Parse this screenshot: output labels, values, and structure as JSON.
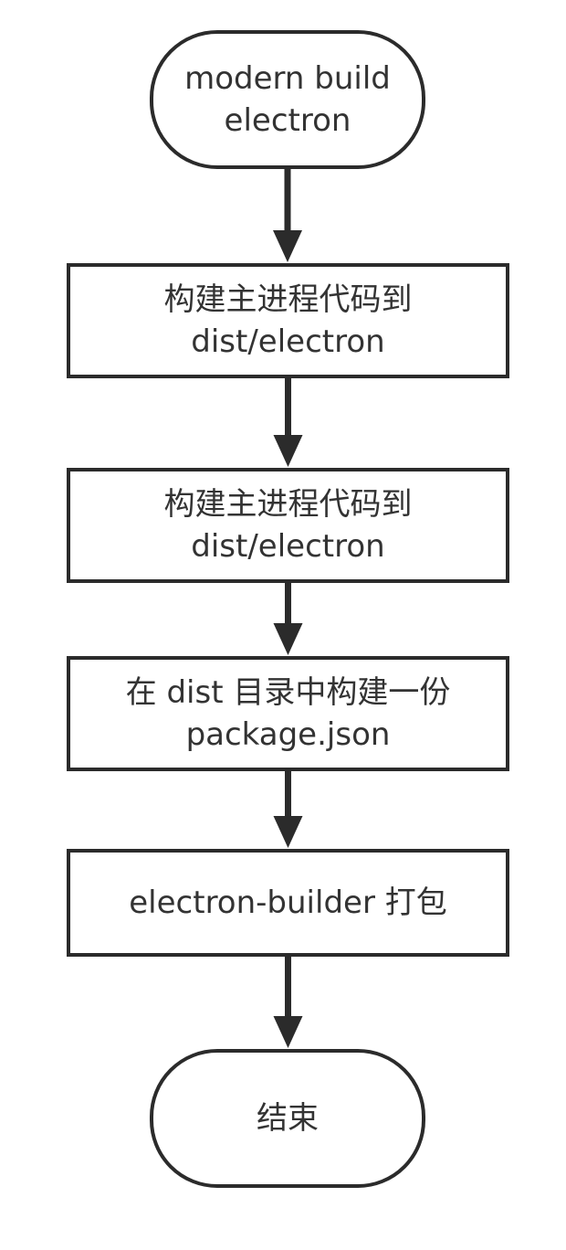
{
  "diagram": {
    "nodes": [
      {
        "id": "start",
        "shape": "terminal",
        "lines": [
          "modern build",
          "electron"
        ]
      },
      {
        "id": "p1",
        "shape": "process",
        "lines": [
          "构建主进程代码到",
          "dist/electron"
        ]
      },
      {
        "id": "p2",
        "shape": "process",
        "lines": [
          "构建主进程代码到",
          "dist/electron"
        ]
      },
      {
        "id": "p3",
        "shape": "process",
        "lines": [
          "在 dist 目录中构建一份",
          "package.json"
        ]
      },
      {
        "id": "p4",
        "shape": "process",
        "lines": [
          "electron-builder 打包"
        ]
      },
      {
        "id": "end",
        "shape": "terminal",
        "lines": [
          "结束"
        ]
      }
    ],
    "edges": [
      {
        "from": "start",
        "to": "p1"
      },
      {
        "from": "p1",
        "to": "p2"
      },
      {
        "from": "p2",
        "to": "p3"
      },
      {
        "from": "p3",
        "to": "p4"
      },
      {
        "from": "p4",
        "to": "end"
      }
    ],
    "colors": {
      "stroke": "#2b2b2b",
      "text": "#333333",
      "fill": "#ffffff"
    }
  }
}
